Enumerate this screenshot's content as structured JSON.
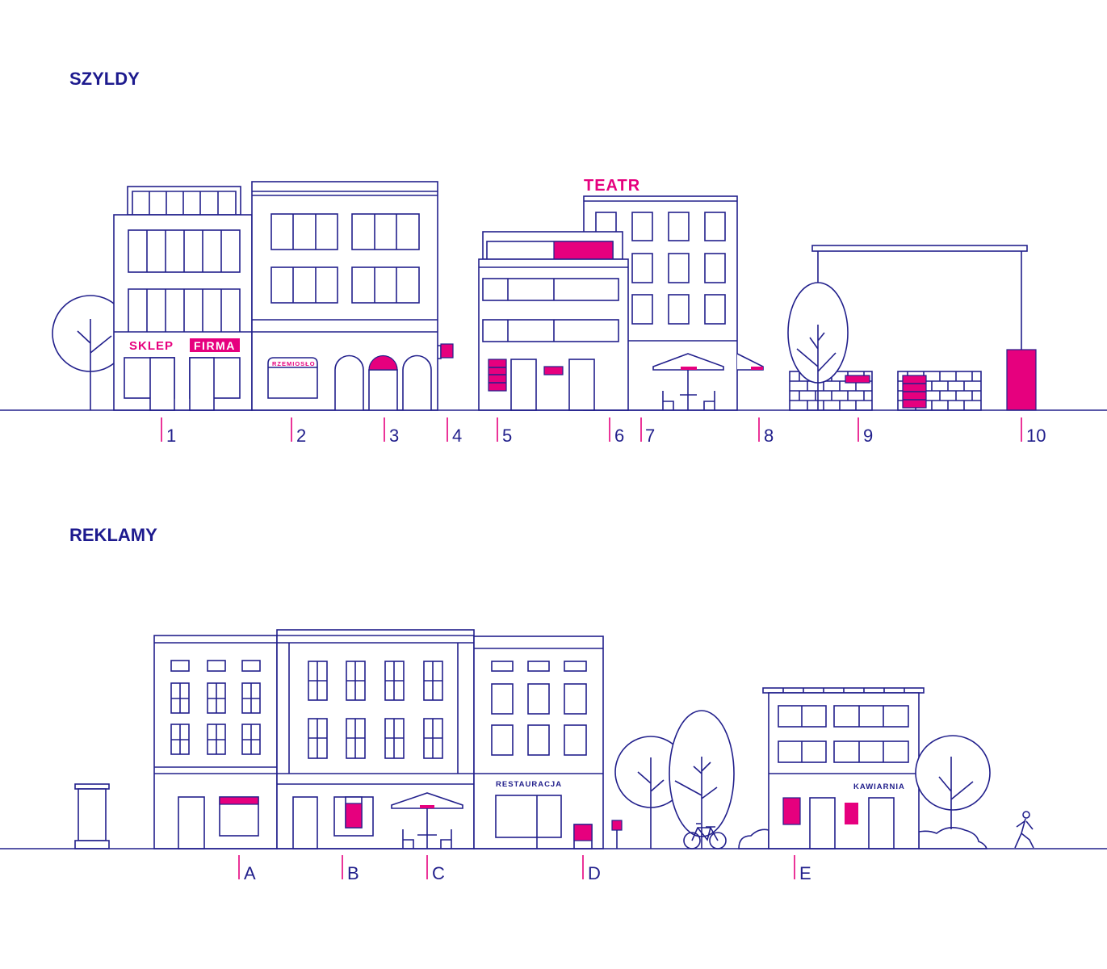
{
  "sections": {
    "signs": {
      "title": "SZYLDY",
      "sign_texts": {
        "shop": "SKLEP",
        "company": "FIRMA",
        "craft": "RZEMIOSŁO",
        "theatre": "TEATR"
      },
      "markers": [
        "1",
        "2",
        "3",
        "4",
        "5",
        "6",
        "7",
        "8",
        "9",
        "10"
      ]
    },
    "ads": {
      "title": "REKLAMY",
      "sign_texts": {
        "restaurant": "RESTAURACJA",
        "cafe": "KAWIARNIA"
      },
      "markers": [
        "A",
        "B",
        "C",
        "D",
        "E"
      ]
    }
  },
  "colors": {
    "line": "#22208c",
    "accent": "#e6007e"
  }
}
